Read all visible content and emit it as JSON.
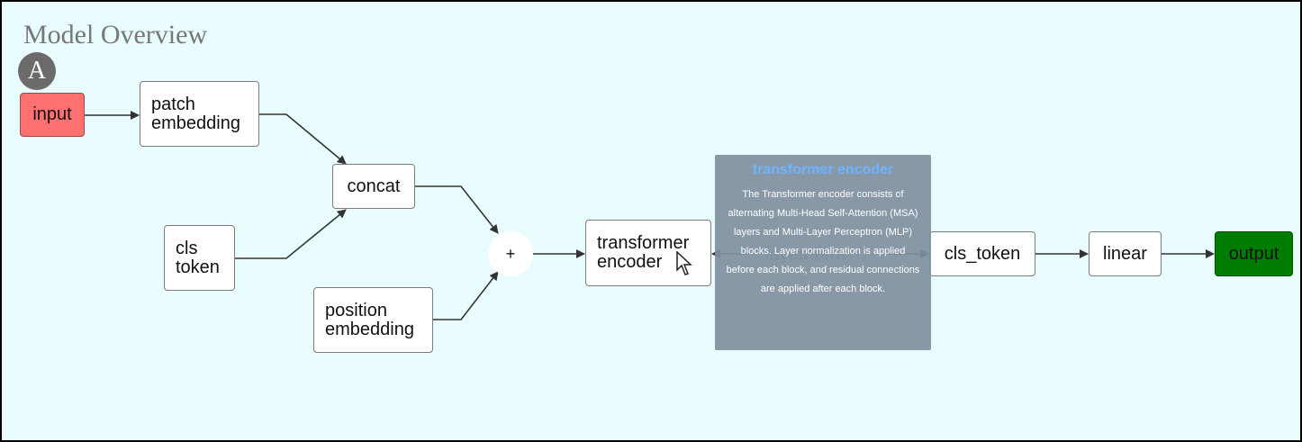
{
  "header": {
    "title": "Model Overview",
    "badge": "A"
  },
  "nodes": {
    "input": "input",
    "patch_embedding": "patch\nembedding",
    "cls_token": "cls\ntoken",
    "position_embedding": "position\nembedding",
    "concat": "concat",
    "plus": "+",
    "transformer_encoder": "transformer\nencoder",
    "layernorm": "layernorm",
    "cls_token_out": "cls_token",
    "linear": "linear",
    "output": "output"
  },
  "tooltip": {
    "title": "transformer encoder",
    "body": "The Transformer encoder consists of alternating Multi-Head Self-Attention (MSA) layers and Multi-Layer Perceptron (MLP) blocks. Layer normalization is applied before each block, and residual connections are applied after each block."
  },
  "colors": {
    "background": "#e9fcfe",
    "input": "#ff7070",
    "output": "#007c00",
    "tooltip_bg": "#7f8fa0",
    "tooltip_title": "#6fb3ff"
  },
  "icons": {
    "cursor": "mouse-pointer-icon"
  }
}
